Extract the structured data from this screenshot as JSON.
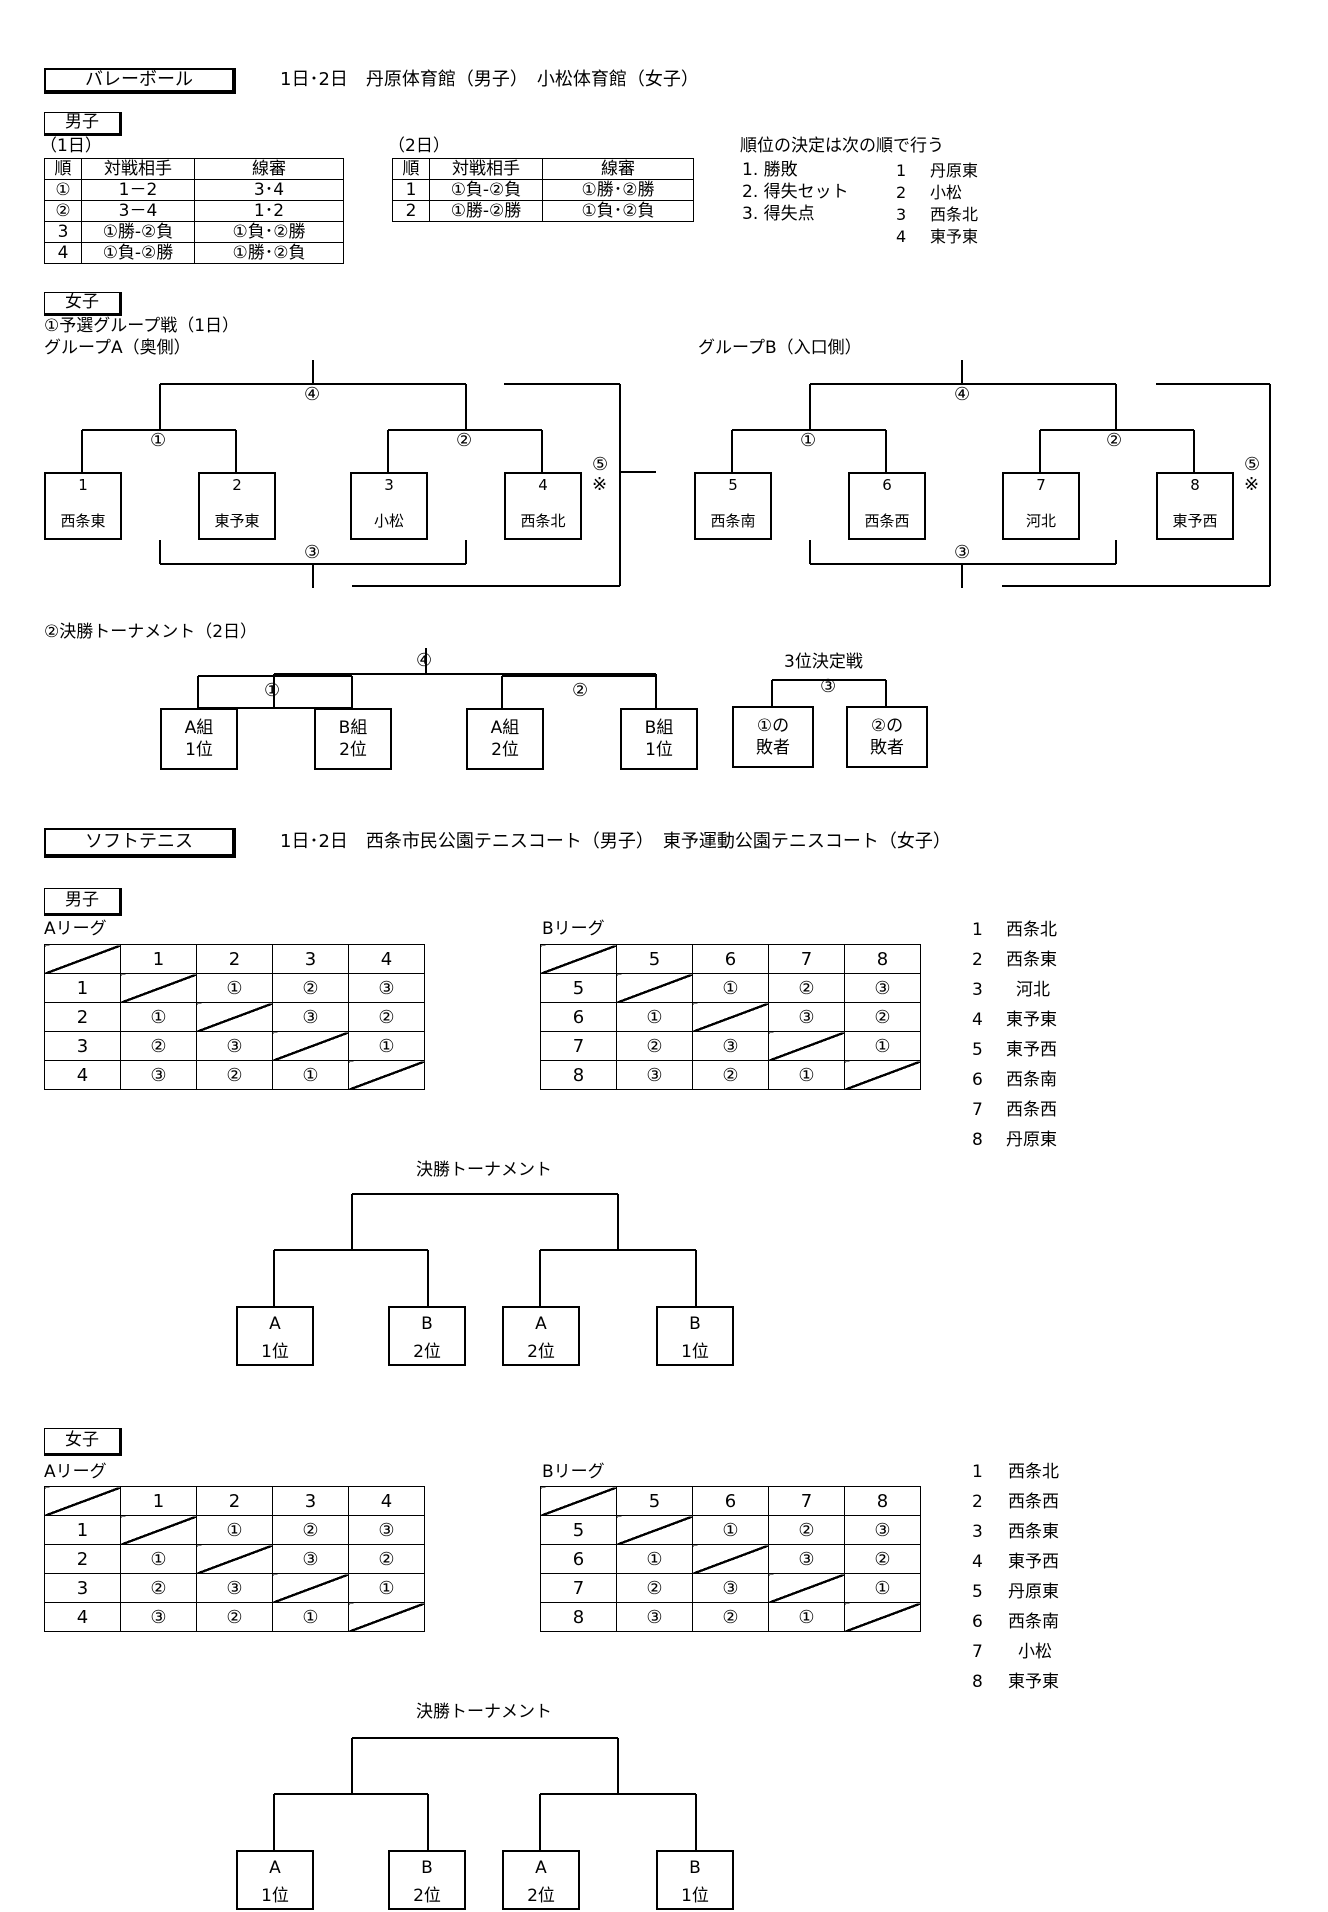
{
  "volleyball": {
    "title": "バレーボール",
    "venue": "1日･2日　丹原体育館（男子）　小松体育館（女子）",
    "men": {
      "label": "男子",
      "day1": {
        "label": "（1日）",
        "headers": [
          "順",
          "対戦相手",
          "線審"
        ],
        "rows": [
          [
            "①",
            "1－2",
            "3･4"
          ],
          [
            "②",
            "3－4",
            "1･2"
          ],
          [
            "3",
            "①勝-②負",
            "①負･②勝"
          ],
          [
            "4",
            "①負-②勝",
            "①勝･②負"
          ]
        ]
      },
      "day2": {
        "label": "（2日）",
        "headers": [
          "順",
          "対戦相手",
          "線審"
        ],
        "rows": [
          [
            "1",
            "①負-②負",
            "①勝･②勝"
          ],
          [
            "2",
            "①勝-②勝",
            "①負･②負"
          ]
        ]
      },
      "ranking_rule": {
        "title": "順位の決定は次の順で行う",
        "rules": [
          "1. 勝敗",
          "2. 得失セット",
          "3. 得失点"
        ],
        "teams": [
          [
            "1",
            "丹原東"
          ],
          [
            "2",
            "小松"
          ],
          [
            "3",
            "西条北"
          ],
          [
            "4",
            "東予東"
          ]
        ]
      }
    },
    "women": {
      "label": "女子",
      "prelim_title": "①予選グループ戦（1日）",
      "groupA": {
        "label": "グループA（奥側）",
        "teams": [
          [
            "1",
            "西条東"
          ],
          [
            "2",
            "東予東"
          ],
          [
            "3",
            "小松"
          ],
          [
            "4",
            "西条北"
          ]
        ]
      },
      "groupB": {
        "label": "グループB（入口側）",
        "teams": [
          [
            "5",
            "西条南"
          ],
          [
            "6",
            "西条西"
          ],
          [
            "7",
            "河北"
          ],
          [
            "8",
            "東予西"
          ]
        ]
      },
      "match_labels": [
        "①",
        "②",
        "③",
        "④",
        "⑤"
      ],
      "note_mark": "※",
      "final_title": "②決勝トーナメント（2日）",
      "final_boxes": [
        [
          "A組",
          "1位"
        ],
        [
          "B組",
          "2位"
        ],
        [
          "A組",
          "2位"
        ],
        [
          "B組",
          "1位"
        ]
      ],
      "third_place": {
        "title": "3位決定戦",
        "boxes": [
          [
            "①の",
            "敗者"
          ],
          [
            "②の",
            "敗者"
          ]
        ]
      }
    }
  },
  "soft_tennis": {
    "title": "ソフトテニス",
    "venue": "1日･2日　西条市民公園テニスコート（男子）　東予運動公園テニスコート（女子）",
    "men": {
      "label": "男子",
      "leagueA": {
        "label": "Aリーグ",
        "cols": [
          "1",
          "2",
          "3",
          "4"
        ],
        "rows": [
          "1",
          "2",
          "3",
          "4"
        ]
      },
      "leagueB": {
        "label": "Bリーグ",
        "cols": [
          "5",
          "6",
          "7",
          "8"
        ],
        "rows": [
          "5",
          "6",
          "7",
          "8"
        ]
      },
      "cells": [
        [
          "",
          "①",
          "②",
          "③"
        ],
        [
          "①",
          "",
          "③",
          "②"
        ],
        [
          "②",
          "③",
          "",
          "①"
        ],
        [
          "③",
          "②",
          "①",
          ""
        ]
      ],
      "teams": [
        [
          "1",
          "西条北"
        ],
        [
          "2",
          "西条東"
        ],
        [
          "3",
          "河北"
        ],
        [
          "4",
          "東予東"
        ],
        [
          "5",
          "東予西"
        ],
        [
          "6",
          "西条南"
        ],
        [
          "7",
          "西条西"
        ],
        [
          "8",
          "丹原東"
        ]
      ],
      "tournament_title": "決勝トーナメント",
      "tournament_boxes": [
        [
          "A",
          "1位"
        ],
        [
          "B",
          "2位"
        ],
        [
          "A",
          "2位"
        ],
        [
          "B",
          "1位"
        ]
      ]
    },
    "women": {
      "label": "女子",
      "leagueA": {
        "label": "Aリーグ",
        "cols": [
          "1",
          "2",
          "3",
          "4"
        ],
        "rows": [
          "1",
          "2",
          "3",
          "4"
        ]
      },
      "leagueB": {
        "label": "Bリーグ",
        "cols": [
          "5",
          "6",
          "7",
          "8"
        ],
        "rows": [
          "5",
          "6",
          "7",
          "8"
        ]
      },
      "cells": [
        [
          "",
          "①",
          "②",
          "③"
        ],
        [
          "①",
          "",
          "③",
          "②"
        ],
        [
          "②",
          "③",
          "",
          "①"
        ],
        [
          "③",
          "②",
          "①",
          ""
        ]
      ],
      "teams": [
        [
          "1",
          "西条北"
        ],
        [
          "2",
          "西条西"
        ],
        [
          "3",
          "西条東"
        ],
        [
          "4",
          "東予西"
        ],
        [
          "5",
          "丹原東"
        ],
        [
          "6",
          "西条南"
        ],
        [
          "7",
          "小松"
        ],
        [
          "8",
          "東予東"
        ]
      ],
      "tournament_title": "決勝トーナメント",
      "tournament_boxes": [
        [
          "A",
          "1位"
        ],
        [
          "B",
          "2位"
        ],
        [
          "A",
          "2位"
        ],
        [
          "B",
          "1位"
        ]
      ]
    }
  }
}
